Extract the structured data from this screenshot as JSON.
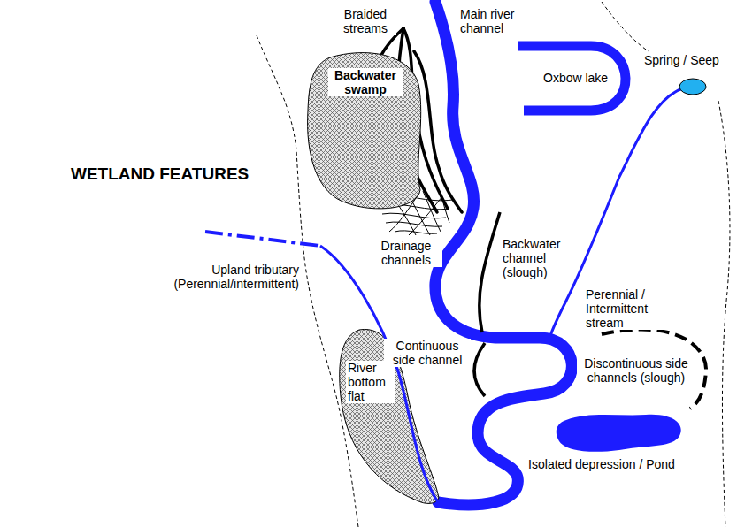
{
  "diagram": {
    "title": "WETLAND FEATURES",
    "nodes": [
      {
        "text": [
          "Backwater swamp"
        ]
      },
      {
        "text": [
          "River bottom flat"
        ]
      },
      {
        "text": [
          "Isolated depression / Pond"
        ]
      },
      {
        "text": [
          "Spring / Seep"
        ]
      }
    ],
    "labels": [
      "Braided streams",
      "Main river channel",
      "Oxbow lake",
      "Drainage channels",
      "Backwater channel (slough)",
      "Perennial / Intermittent stream",
      "Upland tributary (Perennial/intermittent)",
      "Continuous side channel",
      "Discontinuous side channels (slough)"
    ]
  }
}
